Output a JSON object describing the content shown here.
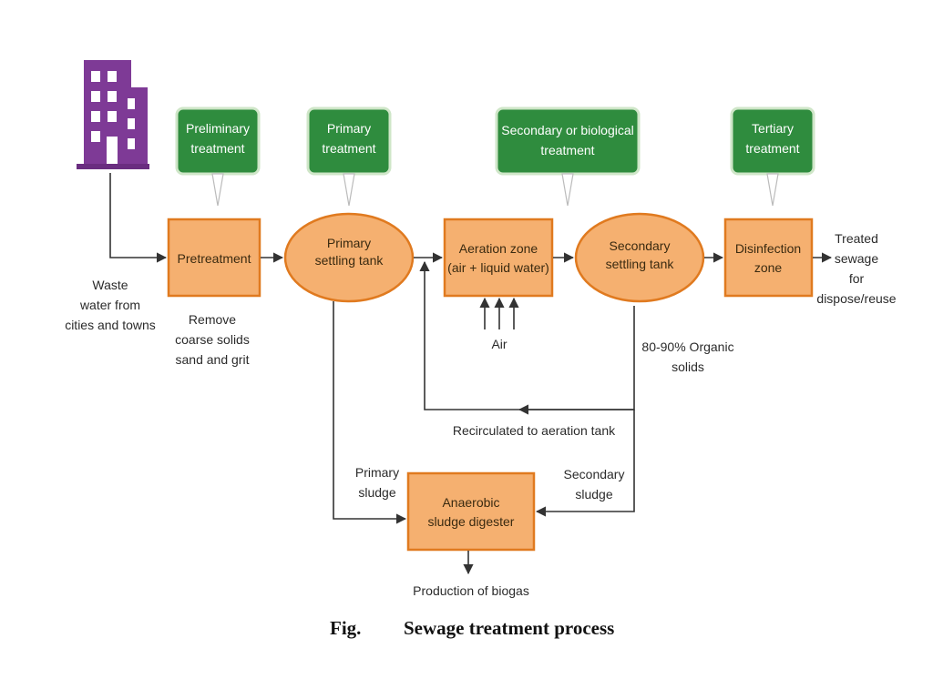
{
  "source": {
    "icon": "building-icon",
    "label_lines": [
      "Waste",
      "water from",
      "cities and towns"
    ]
  },
  "callouts": {
    "preliminary": [
      "Preliminary",
      "treatment"
    ],
    "primary": [
      "Primary",
      "treatment"
    ],
    "secondary": [
      "Secondary or biological",
      "treatment"
    ],
    "tertiary": [
      "Tertiary",
      "treatment"
    ]
  },
  "nodes": {
    "pretreatment": [
      "Pretreatment"
    ],
    "primary_tank": [
      "Primary",
      "settling tank"
    ],
    "aeration": [
      "Aeration zone",
      "(air + liquid water)"
    ],
    "secondary_tank": [
      "Secondary",
      "settling tank"
    ],
    "disinfection": [
      "Disinfection",
      "zone"
    ],
    "digester": [
      "Anaerobic",
      "sludge digester"
    ]
  },
  "annotations": {
    "remove": [
      "Remove",
      "coarse solids",
      "sand and grit"
    ],
    "air": [
      "Air"
    ],
    "organic": [
      "80-90% Organic",
      "solids"
    ],
    "recirculated": [
      "Recirculated to aeration tank"
    ],
    "primary_sludge": [
      "Primary",
      "sludge"
    ],
    "secondary_sludge": [
      "Secondary",
      "sludge"
    ],
    "biogas": [
      "Production of biogas"
    ],
    "treated": [
      "Treated",
      "sewage",
      "for",
      "dispose/reuse"
    ]
  },
  "caption": {
    "prefix": "Fig.",
    "title": "Sewage treatment process"
  },
  "colors": {
    "box_fill": "#f5b070",
    "box_stroke": "#e07a1f",
    "callout_fill": "#2f8c3e",
    "callout_stroke": "#cfe6c8",
    "icon": "#7e3a96",
    "line": "#333333"
  }
}
